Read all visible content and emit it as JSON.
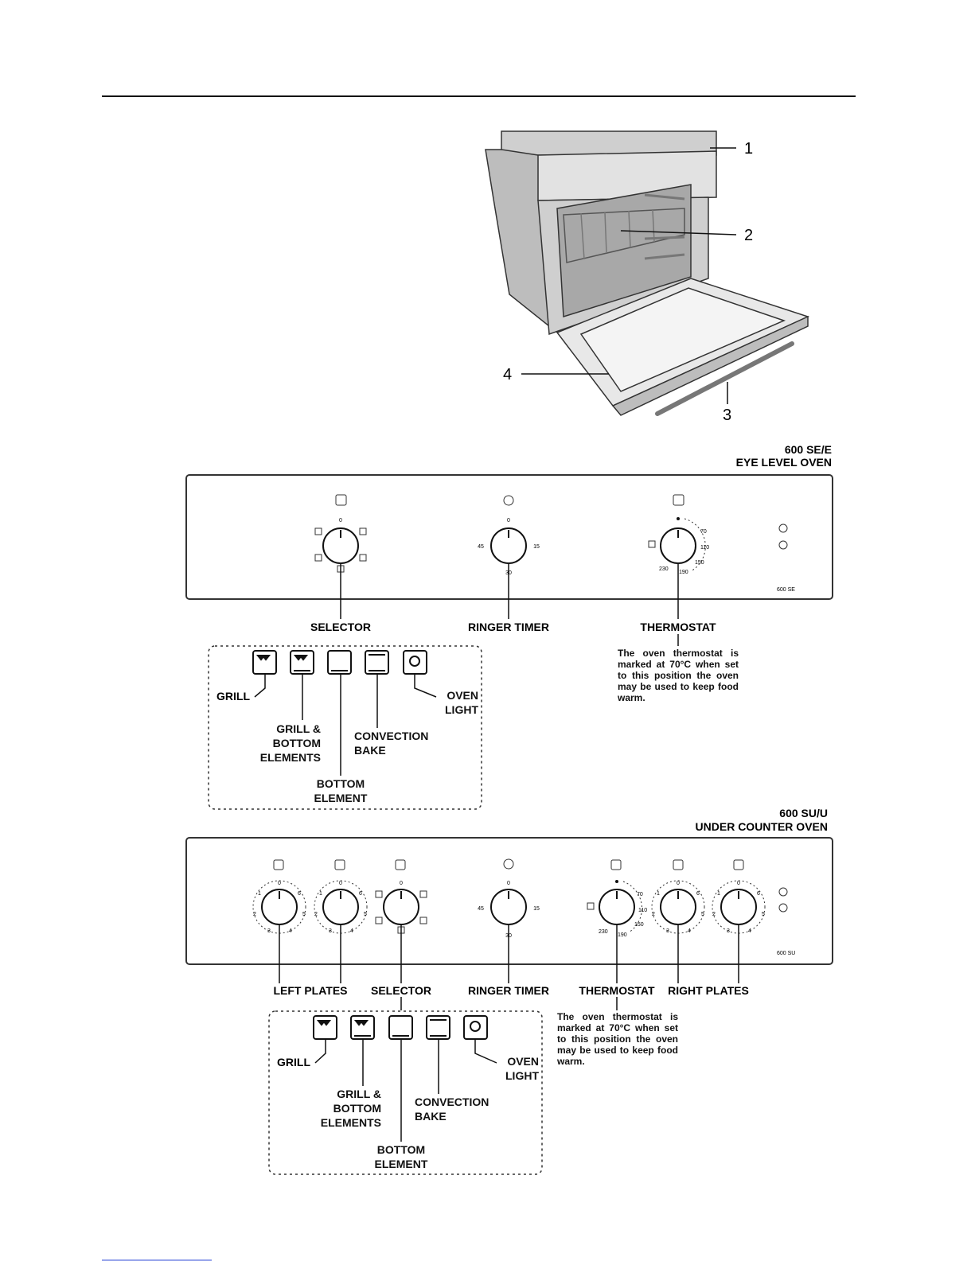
{
  "oven_callouts": [
    "1",
    "2",
    "3",
    "4"
  ],
  "panels": [
    {
      "model_title": "600 SE/E",
      "model_subtitle": "EYE LEVEL OVEN",
      "panel_code": "600 SE",
      "selector_scale": "0",
      "timer_scale": [
        "0",
        "15",
        "30",
        "45"
      ],
      "thermostat_scale": [
        "70",
        "110",
        "150",
        "190",
        "230"
      ],
      "labels": {
        "selector": "SELECTOR",
        "ringer_timer": "RINGER TIMER",
        "thermostat": "THERMOSTAT"
      },
      "thermostat_note": "The oven thermostat is marked at 70°C when set to this position the oven may be used to keep food warm.",
      "functions": {
        "grill": "GRILL",
        "grill_bottom": "GRILL & BOTTOM ELEMENTS",
        "bottom_element": "BOTTOM ELEMENT",
        "convection_bake": "CONVECTION BAKE",
        "oven_light": "OVEN LIGHT"
      }
    },
    {
      "model_title": "600 SU/U",
      "model_subtitle": "UNDER COUNTER OVEN",
      "panel_code": "600 SU",
      "selector_scale": "0",
      "timer_scale": [
        "0",
        "15",
        "30",
        "45"
      ],
      "thermostat_scale": [
        "70",
        "110",
        "150",
        "190",
        "230"
      ],
      "plate_scale": [
        "0",
        "1",
        "2",
        "3",
        "4",
        "5",
        "6"
      ],
      "labels": {
        "left_plates": "LEFT PLATES",
        "selector": "SELECTOR",
        "ringer_timer": "RINGER TIMER",
        "thermostat": "THERMOSTAT",
        "right_plates": "RIGHT PLATES"
      },
      "thermostat_note": "The oven thermostat is marked at 70°C when set to this position the oven may be used to keep food warm.",
      "functions": {
        "grill": "GRILL",
        "grill_bottom": "GRILL & BOTTOM ELEMENTS",
        "bottom_element": "BOTTOM ELEMENT",
        "convection_bake": "CONVECTION BAKE",
        "oven_light": "OVEN LIGHT"
      }
    }
  ]
}
